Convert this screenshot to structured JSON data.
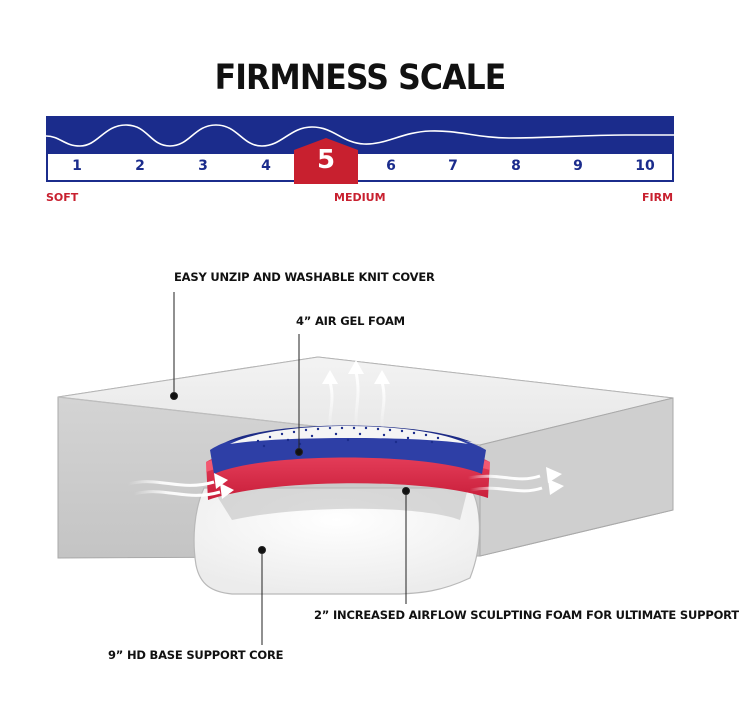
{
  "title": "FIRMNESS SCALE",
  "scale": {
    "numbers": [
      "1",
      "2",
      "3",
      "4",
      "5",
      "6",
      "7",
      "8",
      "9",
      "10"
    ],
    "selected": "5",
    "labels": {
      "soft": "SOFT",
      "medium": "MEDIUM",
      "firm": "FIRM"
    }
  },
  "callouts": {
    "cover": "EASY UNZIP AND WASHABLE KNIT COVER",
    "gel_foam": "4” AIR GEL FOAM",
    "airflow_foam": "2” INCREASED AIRFLOW SCULPTING FOAM FOR ULTIMATE SUPPORT",
    "base": "9” HD BASE SUPPORT CORE"
  },
  "colors": {
    "navy": "#1b2c8c",
    "red": "#c8202f",
    "gel_blue": "#2e3fa6",
    "pink": "#e8415e",
    "cover_gray": "#dcdcdc"
  }
}
